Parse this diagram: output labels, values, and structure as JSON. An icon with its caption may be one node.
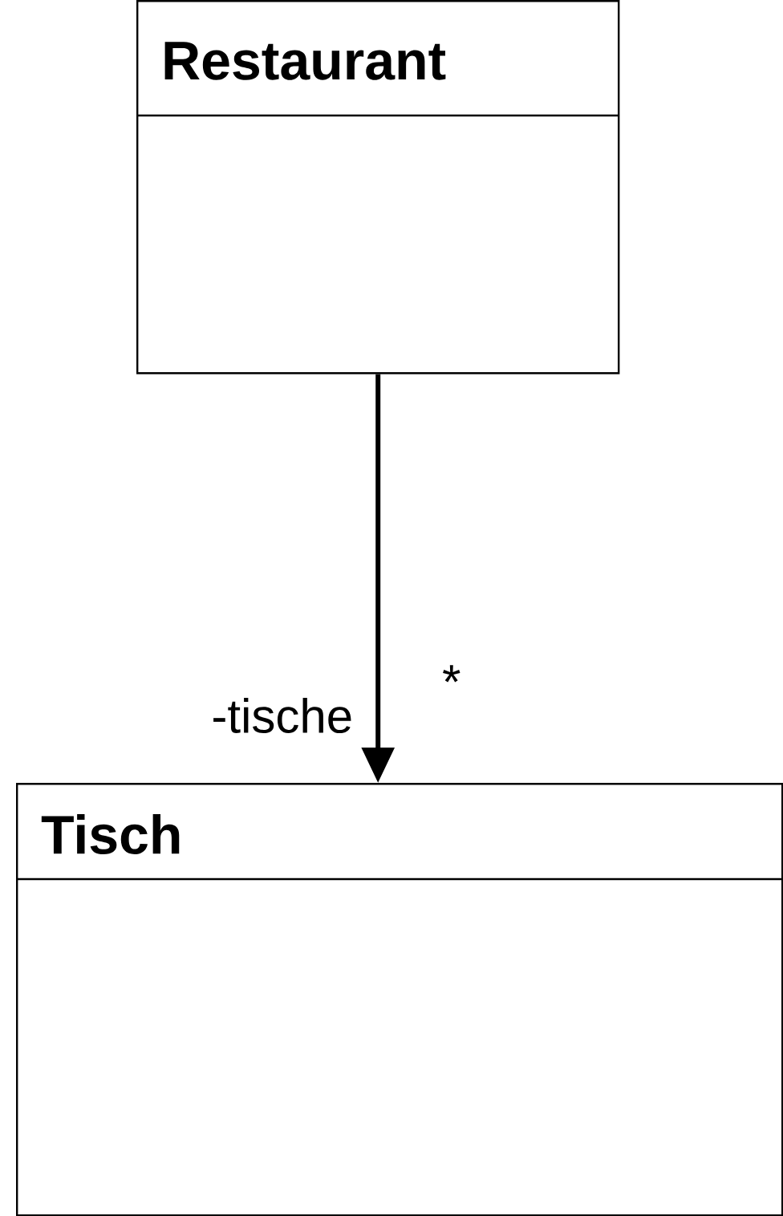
{
  "diagram": {
    "nodes": [
      {
        "text": [
          "Restaurant"
        ]
      },
      {
        "text": [
          "Tisch"
        ]
      }
    ],
    "edges": [
      {
        "from": 0,
        "to": 1,
        "arrow": "to",
        "label": "-tische"
      }
    ],
    "labels": [
      "*"
    ]
  }
}
